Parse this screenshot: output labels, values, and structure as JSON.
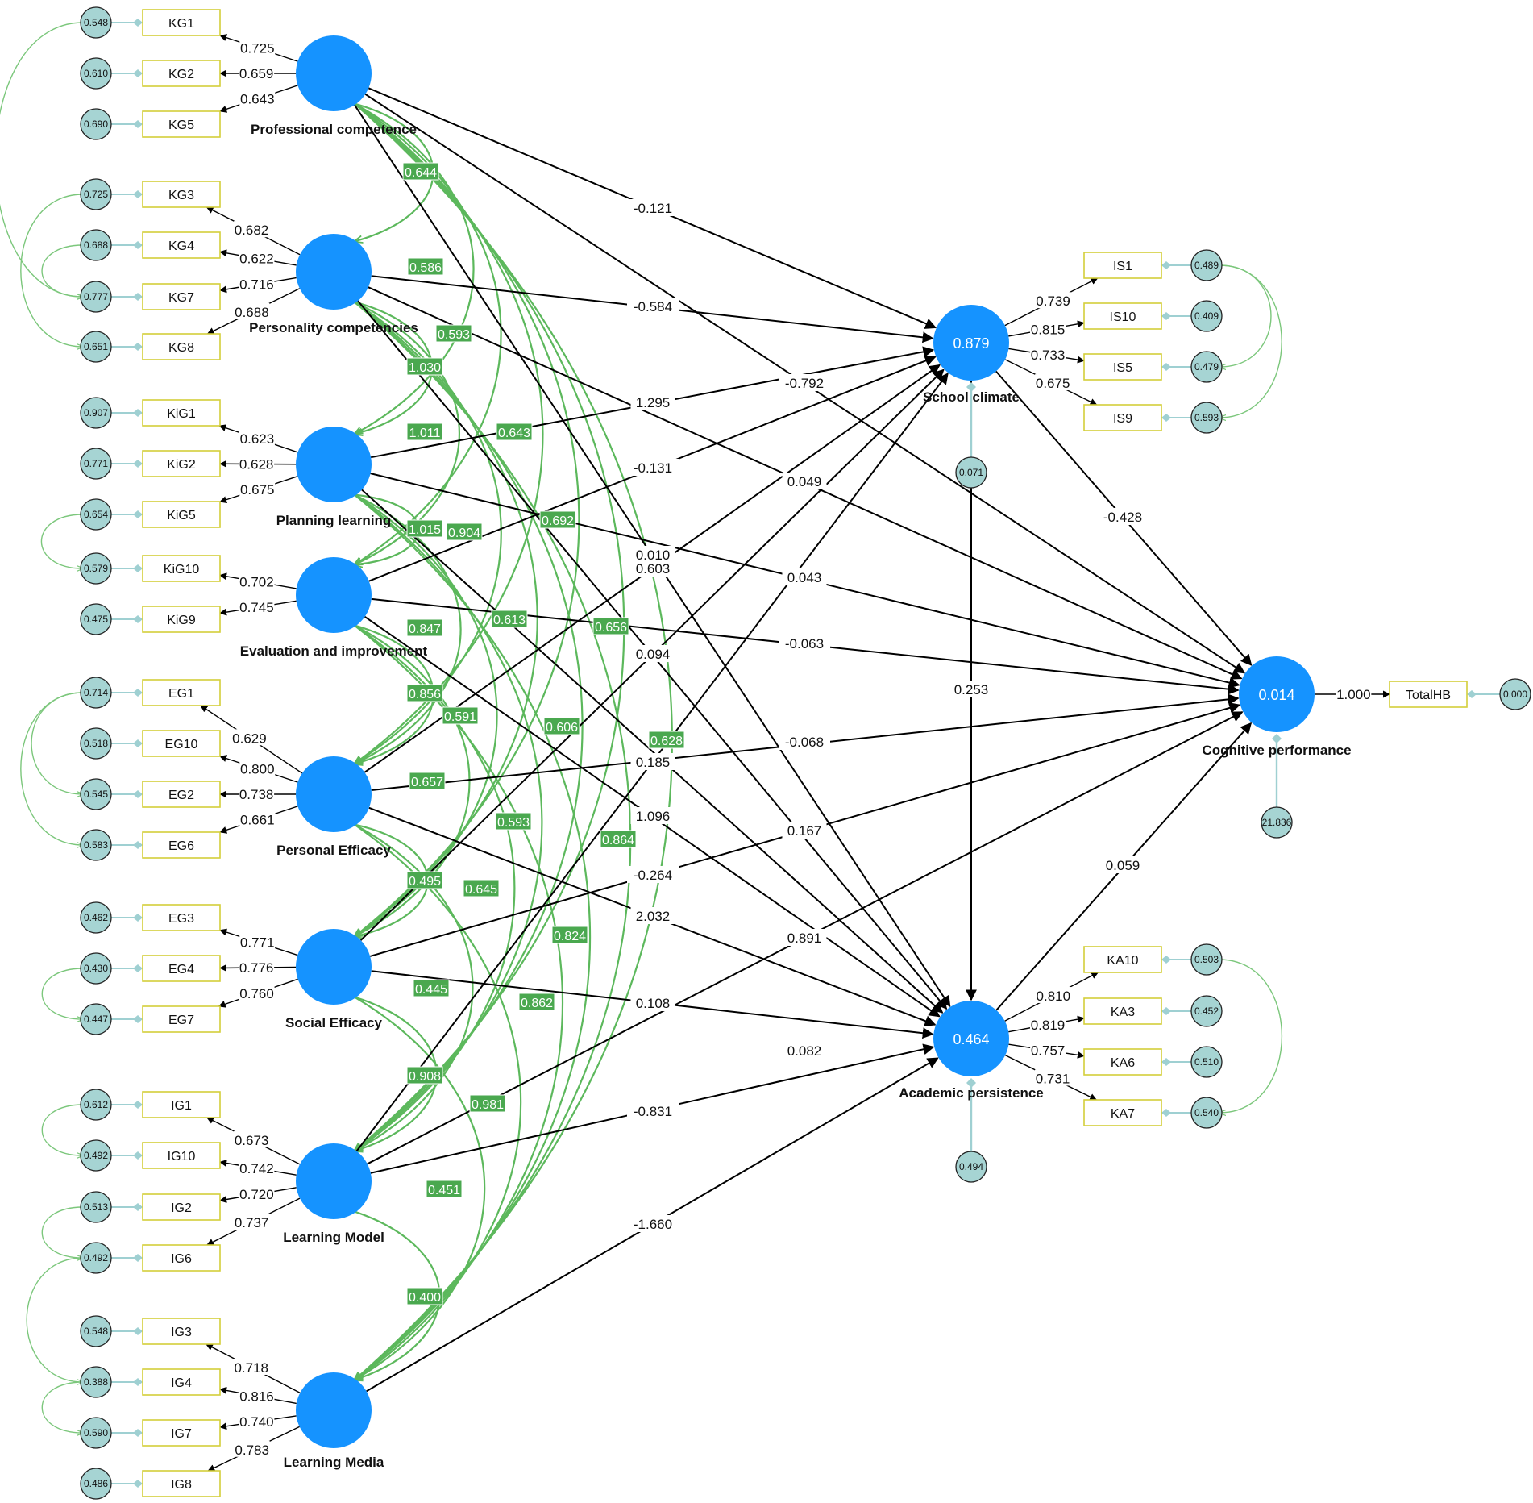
{
  "latents": [
    {
      "id": "PC",
      "label": "Professional competence"
    },
    {
      "id": "PerC",
      "label": "Personality competencies"
    },
    {
      "id": "PL",
      "label": "Planning learning"
    },
    {
      "id": "EI",
      "label": "Evaluation and improvement"
    },
    {
      "id": "PE",
      "label": "Personal Efficacy"
    },
    {
      "id": "SE",
      "label": "Social Efficacy"
    },
    {
      "id": "LM",
      "label": "Learning Model"
    },
    {
      "id": "LMd",
      "label": "Learning Media"
    },
    {
      "id": "SC",
      "label": "School climate",
      "r2": "0.879"
    },
    {
      "id": "AP",
      "label": "Academic persistence",
      "r2": "0.464"
    },
    {
      "id": "CP",
      "label": "Cognitive performance",
      "r2": "0.014"
    }
  ],
  "indicators": [
    {
      "name": "KG1",
      "latent": "PC",
      "loading": "0.725",
      "error": "0.548"
    },
    {
      "name": "KG2",
      "latent": "PC",
      "loading": "0.659",
      "error": "0.610"
    },
    {
      "name": "KG5",
      "latent": "PC",
      "loading": "0.643",
      "error": "0.690"
    },
    {
      "name": "KG3",
      "latent": "PerC",
      "loading": "0.682",
      "error": "0.725"
    },
    {
      "name": "KG4",
      "latent": "PerC",
      "loading": "0.622",
      "error": "0.688"
    },
    {
      "name": "KG7",
      "latent": "PerC",
      "loading": "0.716",
      "error": "0.777"
    },
    {
      "name": "KG8",
      "latent": "PerC",
      "loading": "0.688",
      "error": "0.651"
    },
    {
      "name": "KiG1",
      "latent": "PL",
      "loading": "0.623",
      "error": "0.907"
    },
    {
      "name": "KiG2",
      "latent": "PL",
      "loading": "0.628",
      "error": "0.771"
    },
    {
      "name": "KiG5",
      "latent": "PL",
      "loading": "0.675",
      "error": "0.654"
    },
    {
      "name": "KiG10",
      "latent": "EI",
      "loading": "0.702",
      "error": "0.579"
    },
    {
      "name": "KiG9",
      "latent": "EI",
      "loading": "0.745",
      "error": "0.475"
    },
    {
      "name": "EG1",
      "latent": "PE",
      "loading": "0.629",
      "error": "0.714"
    },
    {
      "name": "EG10",
      "latent": "PE",
      "loading": "0.800",
      "error": "0.518"
    },
    {
      "name": "EG2",
      "latent": "PE",
      "loading": "0.738",
      "error": "0.545"
    },
    {
      "name": "EG6",
      "latent": "PE",
      "loading": "0.661",
      "error": "0.583"
    },
    {
      "name": "EG3",
      "latent": "SE",
      "loading": "0.771",
      "error": "0.462"
    },
    {
      "name": "EG4",
      "latent": "SE",
      "loading": "0.776",
      "error": "0.430"
    },
    {
      "name": "EG7",
      "latent": "SE",
      "loading": "0.760",
      "error": "0.447"
    },
    {
      "name": "IG1",
      "latent": "LM",
      "loading": "0.673",
      "error": "0.612"
    },
    {
      "name": "IG10",
      "latent": "LM",
      "loading": "0.742",
      "error": "0.492"
    },
    {
      "name": "IG2",
      "latent": "LM",
      "loading": "0.720",
      "error": "0.513"
    },
    {
      "name": "IG6",
      "latent": "LM",
      "loading": "0.737",
      "error": "0.492"
    },
    {
      "name": "IG3",
      "latent": "LMd",
      "loading": "0.718",
      "error": "0.548"
    },
    {
      "name": "IG4",
      "latent": "LMd",
      "loading": "0.816",
      "error": "0.388"
    },
    {
      "name": "IG7",
      "latent": "LMd",
      "loading": "0.740",
      "error": "0.590"
    },
    {
      "name": "IG8",
      "latent": "LMd",
      "loading": "0.783",
      "error": "0.486"
    },
    {
      "name": "IS1",
      "latent": "SC",
      "loading": "0.739",
      "error": "0.489"
    },
    {
      "name": "IS10",
      "latent": "SC",
      "loading": "0.815",
      "error": "0.409"
    },
    {
      "name": "IS5",
      "latent": "SC",
      "loading": "0.733",
      "error": "0.479"
    },
    {
      "name": "IS9",
      "latent": "SC",
      "loading": "0.675",
      "error": "0.593"
    },
    {
      "name": "KA10",
      "latent": "AP",
      "loading": "0.810",
      "error": "0.503"
    },
    {
      "name": "KA3",
      "latent": "AP",
      "loading": "0.819",
      "error": "0.452"
    },
    {
      "name": "KA6",
      "latent": "AP",
      "loading": "0.757",
      "error": "0.510"
    },
    {
      "name": "KA7",
      "latent": "AP",
      "loading": "0.731",
      "error": "0.540"
    },
    {
      "name": "TotalHB",
      "latent": "CP",
      "loading": "1.000",
      "error": "0.000"
    }
  ],
  "latent_errors": [
    {
      "latent": "SC",
      "value": "0.071"
    },
    {
      "latent": "AP",
      "value": "0.494"
    },
    {
      "latent": "CP",
      "value": "21.836"
    }
  ],
  "paths": [
    {
      "from": "PC",
      "to": "SC",
      "value": "-0.121"
    },
    {
      "from": "PerC",
      "to": "SC",
      "value": "-0.584"
    },
    {
      "from": "PC",
      "to": "CP",
      "value": "-0.792"
    },
    {
      "from": "PerC",
      "to": "CP",
      "value": "1.295"
    },
    {
      "from": "PL",
      "to": "SC",
      "value": "-0.131"
    },
    {
      "from": "EI",
      "to": "SC",
      "value": "0.049"
    },
    {
      "from": "PL",
      "to": "CP",
      "value": "0.043"
    },
    {
      "from": "EI",
      "to": "CP",
      "value": "-0.063"
    },
    {
      "from": "PC",
      "to": "AP",
      "value": "0.010"
    },
    {
      "from": "PerC",
      "to": "AP",
      "value": "0.603"
    },
    {
      "from": "PE",
      "to": "SC",
      "value": "0.094"
    },
    {
      "from": "PE",
      "to": "CP",
      "value": "-0.068"
    },
    {
      "from": "EI",
      "to": "AP",
      "value": "0.185"
    },
    {
      "from": "SE",
      "to": "SC",
      "value": "1.096"
    },
    {
      "from": "PL",
      "to": "AP",
      "value": "0.167"
    },
    {
      "from": "SE",
      "to": "CP",
      "value": "-0.264"
    },
    {
      "from": "PE",
      "to": "AP",
      "value": "2.032"
    },
    {
      "from": "LM",
      "to": "SC",
      "value": "0.891"
    },
    {
      "from": "SE",
      "to": "AP",
      "value": "0.108"
    },
    {
      "from": "LM",
      "to": "CP",
      "value": "0.082"
    },
    {
      "from": "LM",
      "to": "AP",
      "value": "-0.831"
    },
    {
      "from": "LMd",
      "to": "AP",
      "value": "-1.660"
    },
    {
      "from": "SC",
      "to": "CP",
      "value": "-0.428"
    },
    {
      "from": "SC",
      "to": "AP",
      "value": "0.253"
    },
    {
      "from": "AP",
      "to": "CP",
      "value": "0.059"
    }
  ],
  "latent_covariances": [
    "0.644",
    "0.586",
    "0.593",
    "1.030",
    "1.011",
    "0.643",
    "1.015",
    "0.904",
    "0.692",
    "0.847",
    "0.613",
    "0.656",
    "0.856",
    "0.591",
    "0.606",
    "0.628",
    "0.657",
    "0.593",
    "0.864",
    "0.495",
    "0.645",
    "0.824",
    "0.445",
    "0.862",
    "0.908",
    "0.981",
    "0.451",
    "0.400"
  ],
  "error_covariances": [
    {
      "a": "KG1",
      "b": "KG7"
    },
    {
      "a": "KG3",
      "b": "KG8"
    },
    {
      "a": "KG4",
      "b": "KG7"
    },
    {
      "a": "KiG5",
      "b": "KiG10"
    },
    {
      "a": "EG1",
      "b": "EG2"
    },
    {
      "a": "EG1",
      "b": "EG6"
    },
    {
      "a": "EG4",
      "b": "EG7"
    },
    {
      "a": "IG1",
      "b": "IG10"
    },
    {
      "a": "IG2",
      "b": "IG6"
    },
    {
      "a": "IG6",
      "b": "IG4"
    },
    {
      "a": "IG4",
      "b": "IG7"
    },
    {
      "a": "IS1",
      "b": "IS5"
    },
    {
      "a": "IS1",
      "b": "IS9"
    },
    {
      "a": "KA10",
      "b": "KA7"
    }
  ],
  "colors": {
    "latent": "#1593ff",
    "indicator_fill": "#ffffff",
    "indicator_border": "#d4cf3a",
    "error_fill": "#a6d4d3",
    "error_link": "#9fd0d2",
    "covariance": "#5cb85c",
    "covariance_label": "#4aa84f",
    "path": "#000000"
  }
}
